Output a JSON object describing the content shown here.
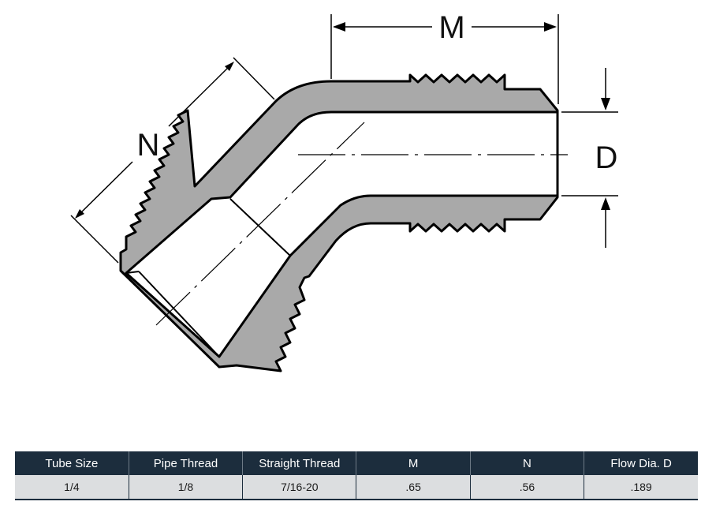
{
  "drawing": {
    "dimension_labels": {
      "m": "M",
      "n": "N",
      "d": "D"
    },
    "colors": {
      "body_fill": "#a9a9a9",
      "outline": "#000000"
    }
  },
  "table": {
    "headers": [
      "Tube Size",
      "Pipe Thread",
      "Straight Thread",
      "M",
      "N",
      "Flow Dia. D"
    ],
    "rows": [
      [
        "1/4",
        "1/8",
        "7/16-20",
        ".65",
        ".56",
        ".189"
      ]
    ],
    "colors": {
      "header_bg": "#1c2d3d",
      "row_bg": "#dcdee0"
    }
  }
}
